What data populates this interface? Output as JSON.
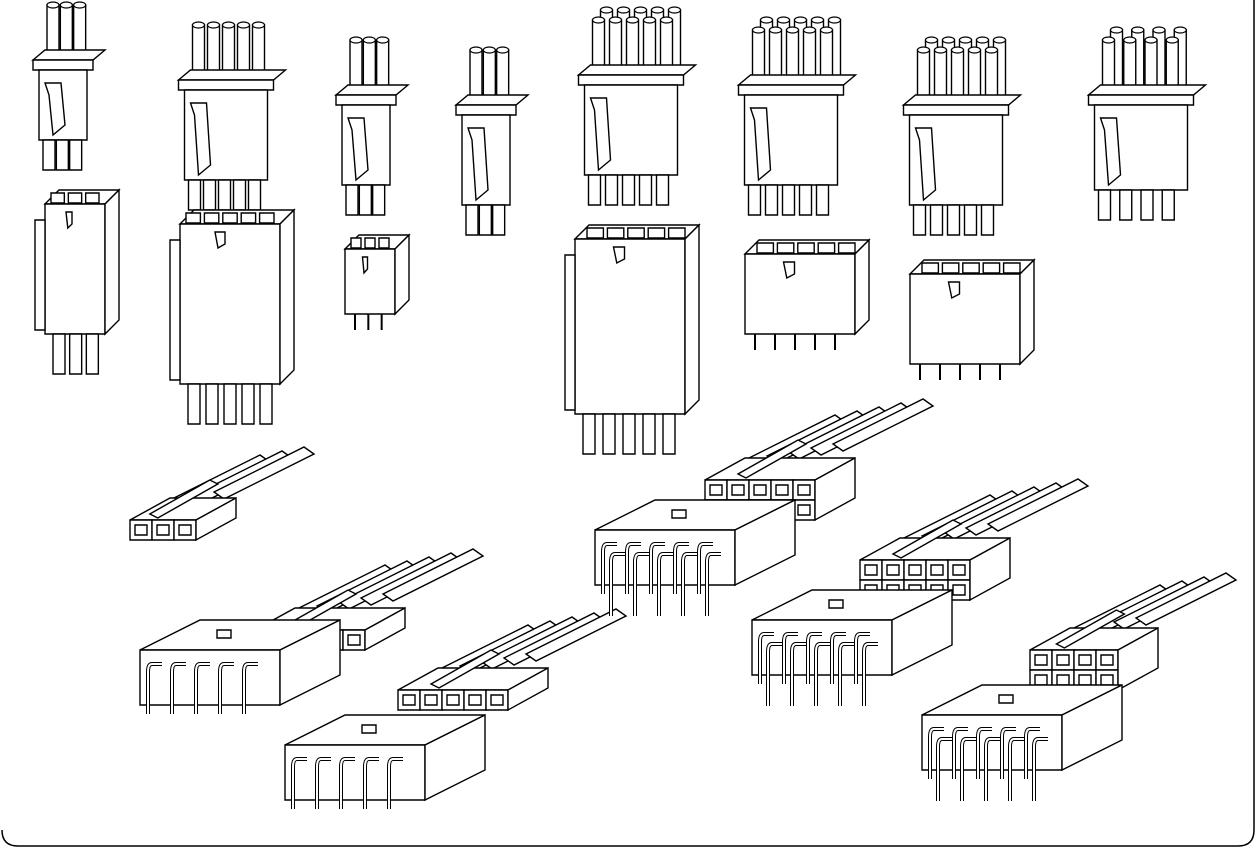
{
  "drawing": {
    "stroke_color": "#000000",
    "fill_color": "#ffffff",
    "connectors": [
      {
        "kind": "plug-vertical",
        "pins": 3
      },
      {
        "kind": "plug-vertical",
        "pins": 5
      },
      {
        "kind": "plug-vertical",
        "pins": 3
      },
      {
        "kind": "plug-vertical",
        "pins": 3
      },
      {
        "kind": "plug-vertical",
        "pins": 10
      },
      {
        "kind": "plug-vertical",
        "pins": 10
      },
      {
        "kind": "plug-vertical",
        "pins": 10
      },
      {
        "kind": "plug-vertical",
        "pins": 8
      },
      {
        "kind": "receptacle-vertical",
        "pins": 3
      },
      {
        "kind": "receptacle-vertical",
        "pins": 5
      },
      {
        "kind": "header-vertical",
        "pins": 3
      },
      {
        "kind": "receptacle-vertical",
        "pins": 10
      },
      {
        "kind": "header-vertical",
        "pins": 10
      },
      {
        "kind": "header-vertical",
        "pins": 10
      },
      {
        "kind": "plug-horizontal",
        "pins": 3
      },
      {
        "kind": "plug-horizontal",
        "pins": 5
      },
      {
        "kind": "plug-horizontal",
        "pins": 5
      },
      {
        "kind": "plug-horizontal",
        "pins": 10
      },
      {
        "kind": "plug-horizontal",
        "pins": 10
      },
      {
        "kind": "plug-horizontal",
        "pins": 8
      },
      {
        "kind": "header-right-angle",
        "pins": 5
      },
      {
        "kind": "header-right-angle",
        "pins": 5
      },
      {
        "kind": "header-right-angle",
        "pins": 10
      },
      {
        "kind": "header-right-angle",
        "pins": 10
      },
      {
        "kind": "header-right-angle",
        "pins": 10
      }
    ]
  }
}
